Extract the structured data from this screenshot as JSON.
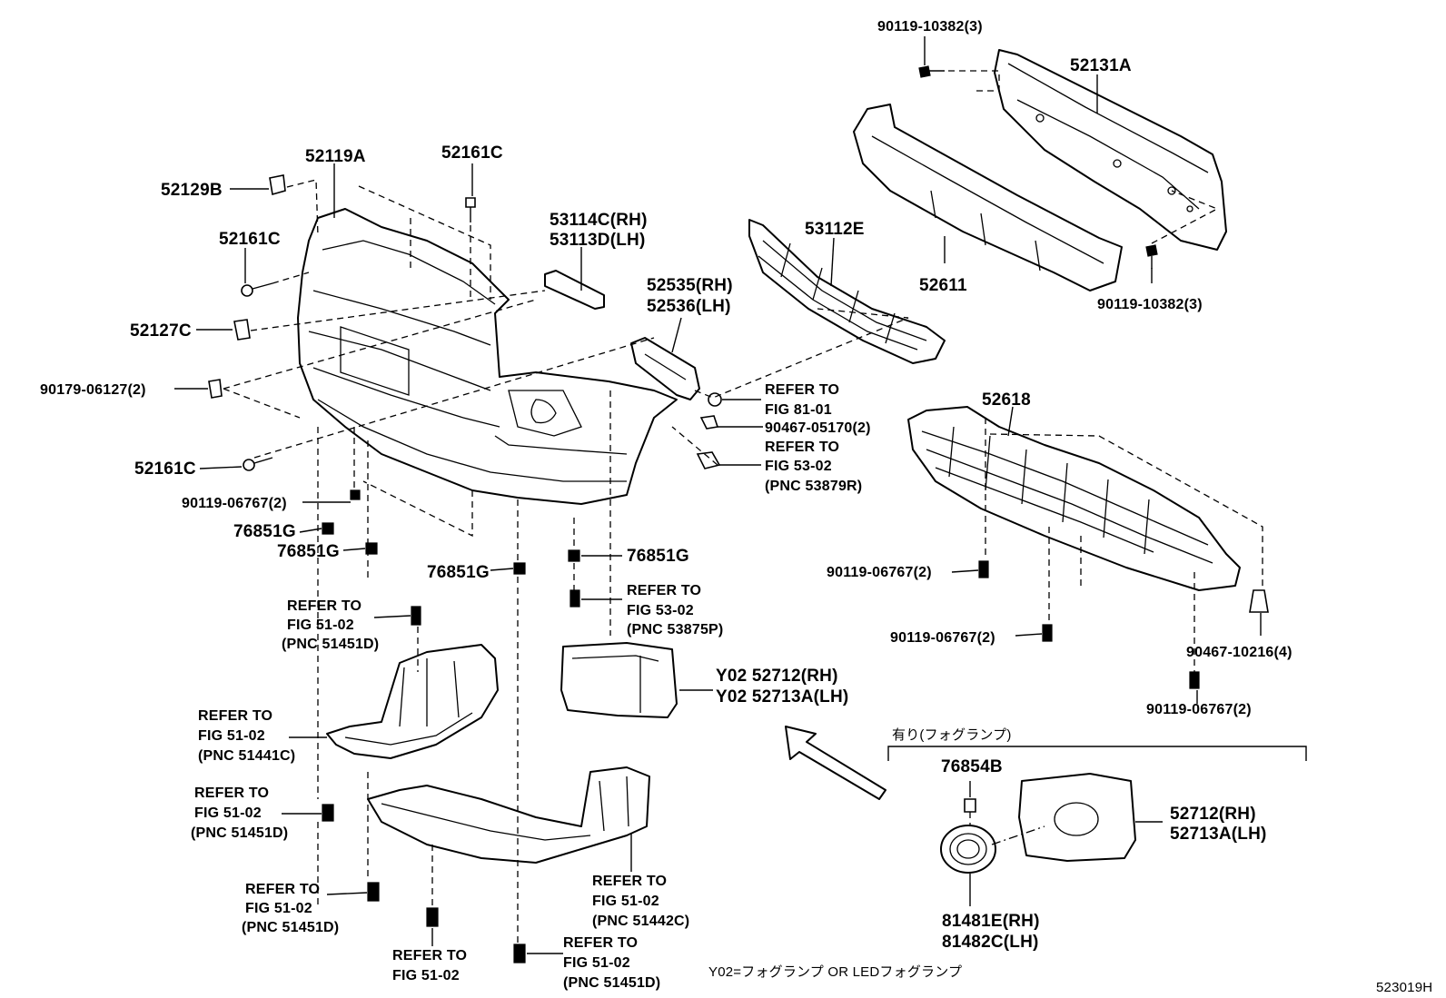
{
  "diagram_code": "523019H",
  "footnote": "Y02=フォグランプ OR LEDフォグランプ",
  "option_header": "有り(フォグランプ)",
  "labels": {
    "p90119_10382_top": "90119-10382(3)",
    "p52131A": "52131A",
    "p52119A": "52119A",
    "p52161C_top": "52161C",
    "p52129B": "52129B",
    "p53114C": "53114C(RH)",
    "p53113D": "53113D(LH)",
    "p52161C_left": "52161C",
    "p53112E": "53112E",
    "p52611": "52611",
    "p90119_10382_bot": "90119-10382(3)",
    "p52535": "52535(RH)",
    "p52536": "52536(LH)",
    "p52127C": "52127C",
    "p90179_06127": "90179-06127(2)",
    "ref_81_01_a": "REFER TO",
    "ref_81_01_b": "FIG 81-01",
    "p90467_05170": "90467-05170(2)",
    "ref_53_02_a": "REFER TO",
    "ref_53_02_b": "FIG 53-02",
    "ref_53_02_c": "(PNC 53879R)",
    "p52618": "52618",
    "p52161C_bot": "52161C",
    "p90119_06767_left": "90119-06767(2)",
    "p76851G_a": "76851G",
    "p76851G_b": "76851G",
    "p76851G_c": "76851G",
    "p76851G_d": "76851G",
    "ref_53_02p_a": "REFER TO",
    "ref_53_02p_b": "FIG 53-02",
    "ref_53_02p_c": "(PNC 53875P)",
    "ref_51451D_1a": "REFER TO",
    "ref_51451D_1b": "FIG 51-02",
    "ref_51451D_1c": "(PNC 51451D)",
    "p90119_06767_r1": "90119-06767(2)",
    "p90119_06767_r2": "90119-06767(2)",
    "p90467_10216": "90467-10216(4)",
    "p90119_06767_r3": "90119-06767(2)",
    "pY02_52712": "Y02 52712(RH)",
    "pY02_52713A": "Y02 52713A(LH)",
    "ref_51441C_a": "REFER TO",
    "ref_51441C_b": "FIG 51-02",
    "ref_51441C_c": "(PNC 51441C)",
    "ref_51451D_2a": "REFER TO",
    "ref_51451D_2b": "FIG 51-02",
    "ref_51451D_2c": "(PNC 51451D)",
    "p76854B": "76854B",
    "p52712": "52712(RH)",
    "p52713A": "52713A(LH)",
    "ref_51442C_a": "REFER TO",
    "ref_51442C_b": "FIG 51-02",
    "ref_51442C_c": "(PNC 51442C)",
    "ref_51451D_3a": "REFER TO",
    "ref_51451D_3b": "FIG 51-02",
    "ref_51451D_3c": "(PNC 51451D)",
    "ref_51_02_a": "REFER TO",
    "ref_51_02_b": "FIG 51-02",
    "ref_51451D_4a": "REFER TO",
    "ref_51451D_4b": "FIG 51-02",
    "ref_51451D_4c": "(PNC 51451D)",
    "p81481E": "81481E(RH)",
    "p81482C": "81482C(LH)"
  }
}
